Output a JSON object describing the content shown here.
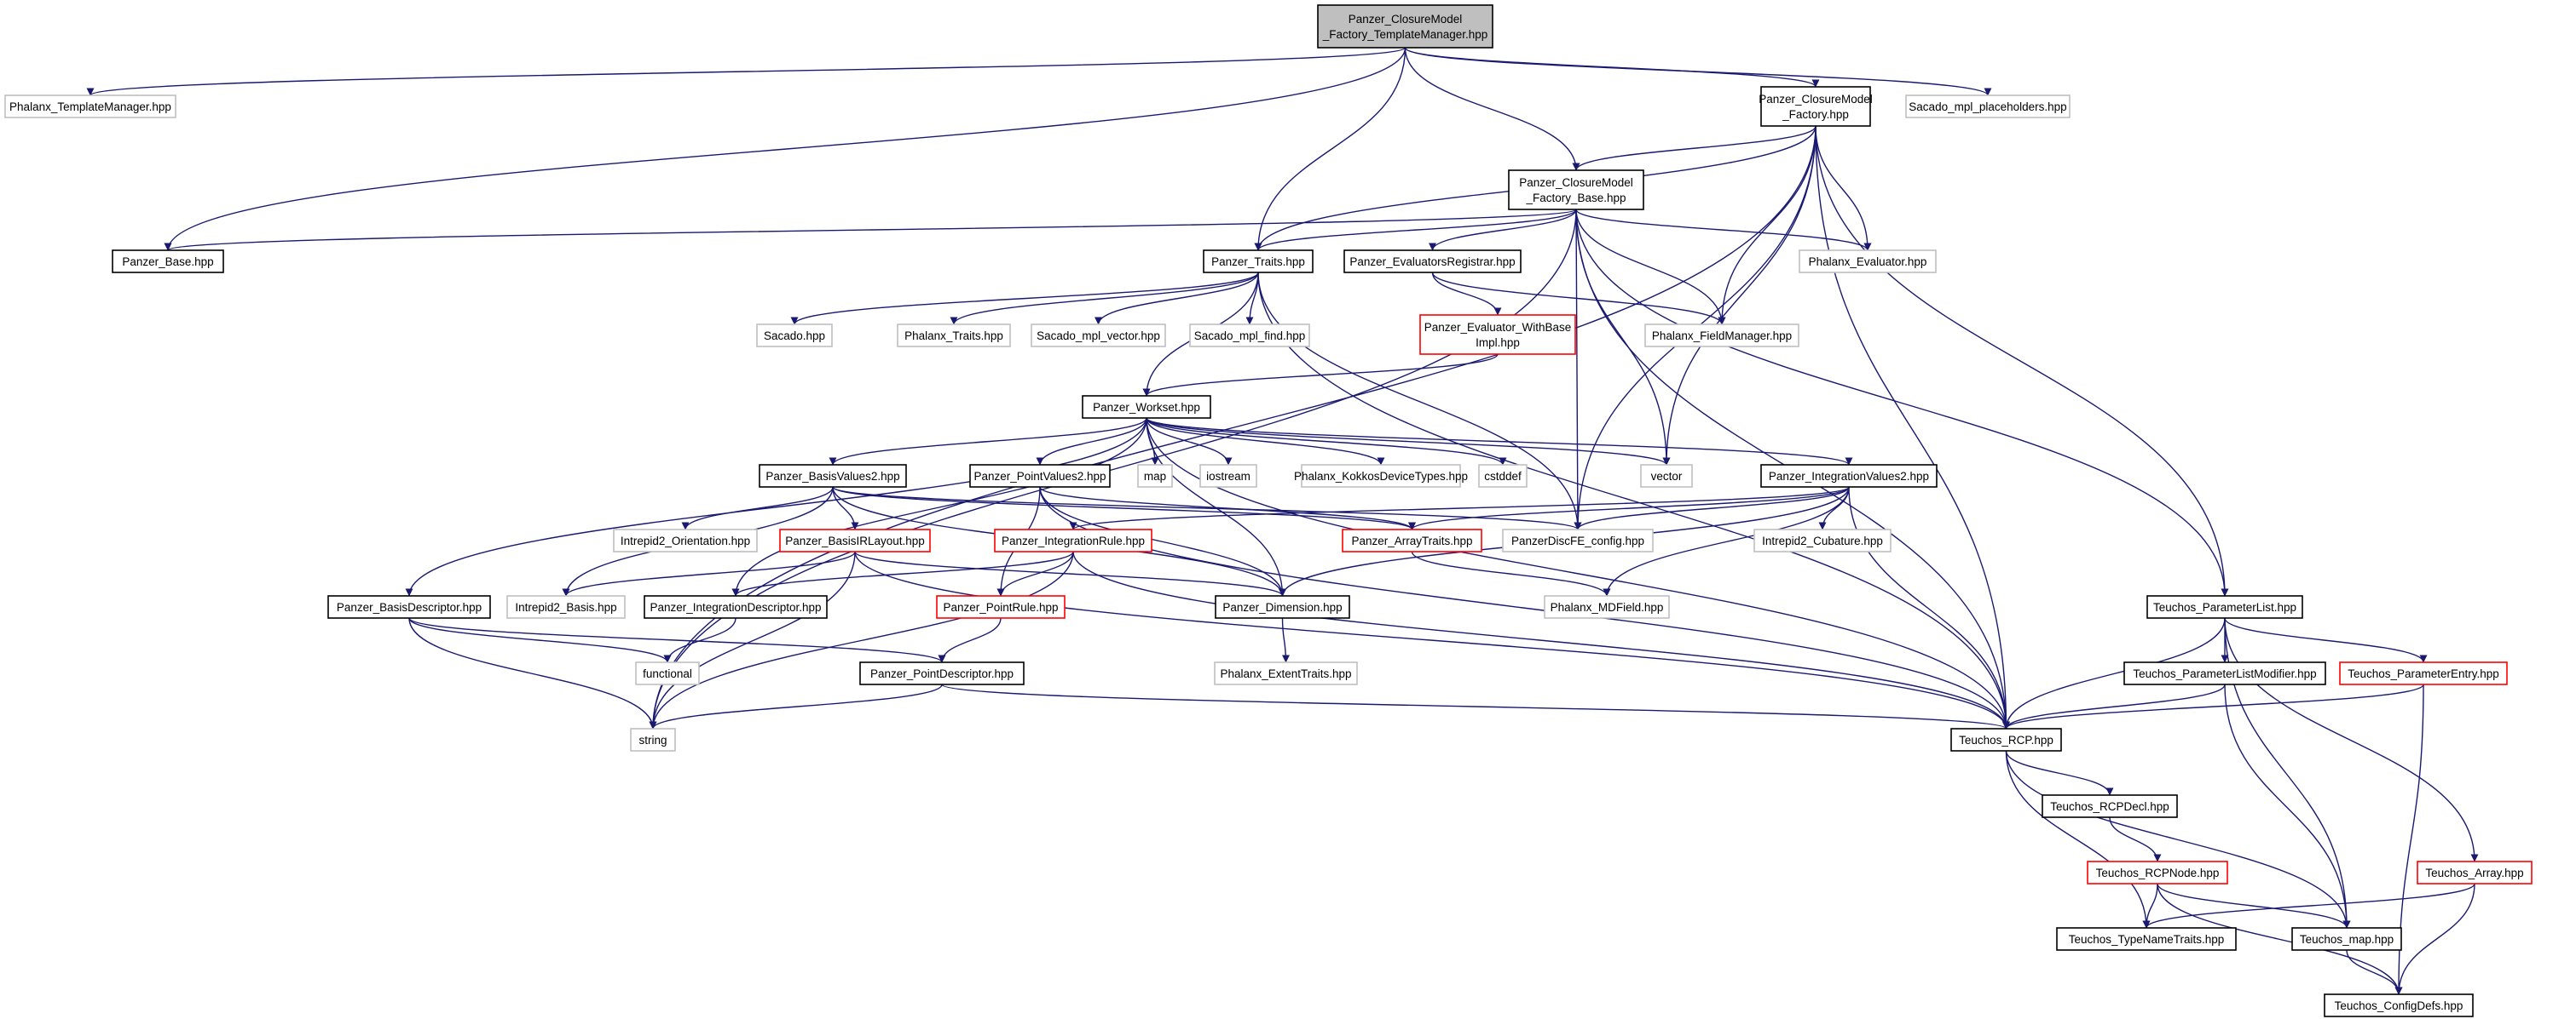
{
  "colors": {
    "edge": "#191970",
    "root_fill": "#bfbfbf",
    "root_border": "#000000",
    "documented_border": "#000000",
    "external_border": "#bfbfbf",
    "incomplete_border": "#ff0000",
    "node_fill": "#ffffff"
  },
  "nodes": [
    {
      "id": "root",
      "lines": [
        "Panzer_ClosureModel",
        "_Factory_TemplateManager.hpp"
      ],
      "kind": "root"
    },
    {
      "id": "phalanx_tm",
      "lines": [
        "Phalanx_TemplateManager.hpp"
      ],
      "kind": "external"
    },
    {
      "id": "factory",
      "lines": [
        "Panzer_ClosureModel",
        "_Factory.hpp"
      ],
      "kind": "documented"
    },
    {
      "id": "sacado_mpl_ph",
      "lines": [
        "Sacado_mpl_placeholders.hpp"
      ],
      "kind": "external"
    },
    {
      "id": "factory_base",
      "lines": [
        "Panzer_ClosureModel",
        "_Factory_Base.hpp"
      ],
      "kind": "documented"
    },
    {
      "id": "panzer_base",
      "lines": [
        "Panzer_Base.hpp"
      ],
      "kind": "documented"
    },
    {
      "id": "traits",
      "lines": [
        "Panzer_Traits.hpp"
      ],
      "kind": "documented"
    },
    {
      "id": "eval_reg",
      "lines": [
        "Panzer_EvaluatorsRegistrar.hpp"
      ],
      "kind": "documented"
    },
    {
      "id": "phalanx_eval",
      "lines": [
        "Phalanx_Evaluator.hpp"
      ],
      "kind": "external"
    },
    {
      "id": "sacado",
      "lines": [
        "Sacado.hpp"
      ],
      "kind": "external"
    },
    {
      "id": "phalanx_traits",
      "lines": [
        "Phalanx_Traits.hpp"
      ],
      "kind": "external"
    },
    {
      "id": "sacado_vector",
      "lines": [
        "Sacado_mpl_vector.hpp"
      ],
      "kind": "external"
    },
    {
      "id": "sacado_find",
      "lines": [
        "Sacado_mpl_find.hpp"
      ],
      "kind": "external"
    },
    {
      "id": "eval_wb",
      "lines": [
        "Panzer_Evaluator_WithBase",
        "Impl.hpp"
      ],
      "kind": "incomplete"
    },
    {
      "id": "phalanx_fm",
      "lines": [
        "Phalanx_FieldManager.hpp"
      ],
      "kind": "external"
    },
    {
      "id": "workset",
      "lines": [
        "Panzer_Workset.hpp"
      ],
      "kind": "documented"
    },
    {
      "id": "basisvalues2",
      "lines": [
        "Panzer_BasisValues2.hpp"
      ],
      "kind": "documented"
    },
    {
      "id": "pointvalues2",
      "lines": [
        "Panzer_PointValues2.hpp"
      ],
      "kind": "documented"
    },
    {
      "id": "map",
      "lines": [
        "map"
      ],
      "kind": "external"
    },
    {
      "id": "iostream",
      "lines": [
        "iostream"
      ],
      "kind": "external"
    },
    {
      "id": "kokkos_dt",
      "lines": [
        "Phalanx_KokkosDeviceTypes.hpp"
      ],
      "kind": "external"
    },
    {
      "id": "cstddef",
      "lines": [
        "cstddef"
      ],
      "kind": "external"
    },
    {
      "id": "vector",
      "lines": [
        "vector"
      ],
      "kind": "external"
    },
    {
      "id": "intvalues2",
      "lines": [
        "Panzer_IntegrationValues2.hpp"
      ],
      "kind": "documented"
    },
    {
      "id": "i2_orient",
      "lines": [
        "Intrepid2_Orientation.hpp"
      ],
      "kind": "external"
    },
    {
      "id": "basis_ir",
      "lines": [
        "Panzer_BasisIRLayout.hpp"
      ],
      "kind": "incomplete"
    },
    {
      "id": "intrule",
      "lines": [
        "Panzer_IntegrationRule.hpp"
      ],
      "kind": "incomplete"
    },
    {
      "id": "arraytraits",
      "lines": [
        "Panzer_ArrayTraits.hpp"
      ],
      "kind": "incomplete"
    },
    {
      "id": "discfe",
      "lines": [
        "PanzerDiscFE_config.hpp"
      ],
      "kind": "external"
    },
    {
      "id": "i2_cub",
      "lines": [
        "Intrepid2_Cubature.hpp"
      ],
      "kind": "external"
    },
    {
      "id": "basisdesc",
      "lines": [
        "Panzer_BasisDescriptor.hpp"
      ],
      "kind": "documented"
    },
    {
      "id": "i2_basis",
      "lines": [
        "Intrepid2_Basis.hpp"
      ],
      "kind": "external"
    },
    {
      "id": "intdesc",
      "lines": [
        "Panzer_IntegrationDescriptor.hpp"
      ],
      "kind": "documented"
    },
    {
      "id": "pointrule",
      "lines": [
        "Panzer_PointRule.hpp"
      ],
      "kind": "incomplete"
    },
    {
      "id": "dimension",
      "lines": [
        "Panzer_Dimension.hpp"
      ],
      "kind": "documented"
    },
    {
      "id": "mdfield",
      "lines": [
        "Phalanx_MDField.hpp"
      ],
      "kind": "external"
    },
    {
      "id": "plist",
      "lines": [
        "Teuchos_ParameterList.hpp"
      ],
      "kind": "documented"
    },
    {
      "id": "functional",
      "lines": [
        "functional"
      ],
      "kind": "external"
    },
    {
      "id": "pointdesc",
      "lines": [
        "Panzer_PointDescriptor.hpp"
      ],
      "kind": "documented"
    },
    {
      "id": "extent",
      "lines": [
        "Phalanx_ExtentTraits.hpp"
      ],
      "kind": "external"
    },
    {
      "id": "plist_mod",
      "lines": [
        "Teuchos_ParameterListModifier.hpp"
      ],
      "kind": "documented"
    },
    {
      "id": "pentry",
      "lines": [
        "Teuchos_ParameterEntry.hpp"
      ],
      "kind": "incomplete"
    },
    {
      "id": "string",
      "lines": [
        "string"
      ],
      "kind": "external"
    },
    {
      "id": "rcp",
      "lines": [
        "Teuchos_RCP.hpp"
      ],
      "kind": "documented"
    },
    {
      "id": "rcpdecl",
      "lines": [
        "Teuchos_RCPDecl.hpp"
      ],
      "kind": "documented"
    },
    {
      "id": "rcpnode",
      "lines": [
        "Teuchos_RCPNode.hpp"
      ],
      "kind": "incomplete"
    },
    {
      "id": "tarray",
      "lines": [
        "Teuchos_Array.hpp"
      ],
      "kind": "incomplete"
    },
    {
      "id": "typename",
      "lines": [
        "Teuchos_TypeNameTraits.hpp"
      ],
      "kind": "documented"
    },
    {
      "id": "tmap",
      "lines": [
        "Teuchos_map.hpp"
      ],
      "kind": "documented"
    },
    {
      "id": "configdefs",
      "lines": [
        "Teuchos_ConfigDefs.hpp"
      ],
      "kind": "documented"
    }
  ],
  "edges": [
    [
      "root",
      "phalanx_tm"
    ],
    [
      "root",
      "factory"
    ],
    [
      "root",
      "sacado_mpl_ph"
    ],
    [
      "root",
      "factory_base"
    ],
    [
      "root",
      "panzer_base"
    ],
    [
      "root",
      "traits"
    ],
    [
      "factory",
      "factory_base"
    ],
    [
      "factory",
      "traits"
    ],
    [
      "factory",
      "phalanx_eval"
    ],
    [
      "factory",
      "phalanx_fm"
    ],
    [
      "factory",
      "vector"
    ],
    [
      "factory",
      "string"
    ],
    [
      "factory",
      "discfe"
    ],
    [
      "factory",
      "rcp"
    ],
    [
      "factory",
      "plist"
    ],
    [
      "factory_base",
      "panzer_base"
    ],
    [
      "factory_base",
      "traits"
    ],
    [
      "factory_base",
      "eval_reg"
    ],
    [
      "factory_base",
      "phalanx_eval"
    ],
    [
      "factory_base",
      "phalanx_fm"
    ],
    [
      "factory_base",
      "string"
    ],
    [
      "factory_base",
      "vector"
    ],
    [
      "factory_base",
      "discfe"
    ],
    [
      "factory_base",
      "rcp"
    ],
    [
      "factory_base",
      "plist"
    ],
    [
      "traits",
      "sacado"
    ],
    [
      "traits",
      "phalanx_traits"
    ],
    [
      "traits",
      "sacado_vector"
    ],
    [
      "traits",
      "sacado_find"
    ],
    [
      "traits",
      "workset"
    ],
    [
      "traits",
      "discfe"
    ],
    [
      "traits",
      "rcp"
    ],
    [
      "eval_reg",
      "eval_wb"
    ],
    [
      "eval_reg",
      "phalanx_fm"
    ],
    [
      "eval_wb",
      "workset"
    ],
    [
      "workset",
      "basisvalues2"
    ],
    [
      "workset",
      "pointvalues2"
    ],
    [
      "workset",
      "map"
    ],
    [
      "workset",
      "iostream"
    ],
    [
      "workset",
      "kokkos_dt"
    ],
    [
      "workset",
      "cstddef"
    ],
    [
      "workset",
      "vector"
    ],
    [
      "workset",
      "intvalues2"
    ],
    [
      "workset",
      "basisdesc"
    ],
    [
      "workset",
      "intdesc"
    ],
    [
      "workset",
      "dimension"
    ],
    [
      "workset",
      "rcp"
    ],
    [
      "basisvalues2",
      "i2_orient"
    ],
    [
      "basisvalues2",
      "basis_ir"
    ],
    [
      "basisvalues2",
      "arraytraits"
    ],
    [
      "basisvalues2",
      "i2_basis"
    ],
    [
      "basisvalues2",
      "dimension"
    ],
    [
      "basisvalues2",
      "discfe"
    ],
    [
      "pointvalues2",
      "pointrule"
    ],
    [
      "pointvalues2",
      "arraytraits"
    ],
    [
      "pointvalues2",
      "dimension"
    ],
    [
      "pointvalues2",
      "rcp"
    ],
    [
      "intvalues2",
      "intrule"
    ],
    [
      "intvalues2",
      "arraytraits"
    ],
    [
      "intvalues2",
      "discfe"
    ],
    [
      "intvalues2",
      "i2_cub"
    ],
    [
      "intvalues2",
      "mdfield"
    ],
    [
      "intvalues2",
      "dimension"
    ],
    [
      "intvalues2",
      "rcp"
    ],
    [
      "basis_ir",
      "i2_basis"
    ],
    [
      "basis_ir",
      "dimension"
    ],
    [
      "basis_ir",
      "string"
    ],
    [
      "basis_ir",
      "rcp"
    ],
    [
      "intrule",
      "pointrule"
    ],
    [
      "intrule",
      "intdesc"
    ],
    [
      "intrule",
      "string"
    ],
    [
      "intrule",
      "rcp"
    ],
    [
      "arraytraits",
      "mdfield"
    ],
    [
      "basisdesc",
      "functional"
    ],
    [
      "basisdesc",
      "string"
    ],
    [
      "basisdesc",
      "pointdesc"
    ],
    [
      "intdesc",
      "functional"
    ],
    [
      "pointrule",
      "pointdesc"
    ],
    [
      "dimension",
      "extent"
    ],
    [
      "pointdesc",
      "string"
    ],
    [
      "pointdesc",
      "rcp"
    ],
    [
      "plist",
      "plist_mod"
    ],
    [
      "plist",
      "pentry"
    ],
    [
      "plist",
      "rcp"
    ],
    [
      "plist",
      "tarray"
    ],
    [
      "plist",
      "tmap"
    ],
    [
      "plist_mod",
      "rcp"
    ],
    [
      "plist_mod",
      "tmap"
    ],
    [
      "pentry",
      "rcp"
    ],
    [
      "pentry",
      "configdefs"
    ],
    [
      "rcp",
      "rcpdecl"
    ],
    [
      "rcp",
      "typename"
    ],
    [
      "rcp",
      "tmap"
    ],
    [
      "rcpdecl",
      "rcpnode"
    ],
    [
      "rcpnode",
      "typename"
    ],
    [
      "rcpnode",
      "tmap"
    ],
    [
      "rcpnode",
      "configdefs"
    ],
    [
      "tarray",
      "typename"
    ],
    [
      "tarray",
      "configdefs"
    ],
    [
      "tmap",
      "configdefs"
    ]
  ]
}
